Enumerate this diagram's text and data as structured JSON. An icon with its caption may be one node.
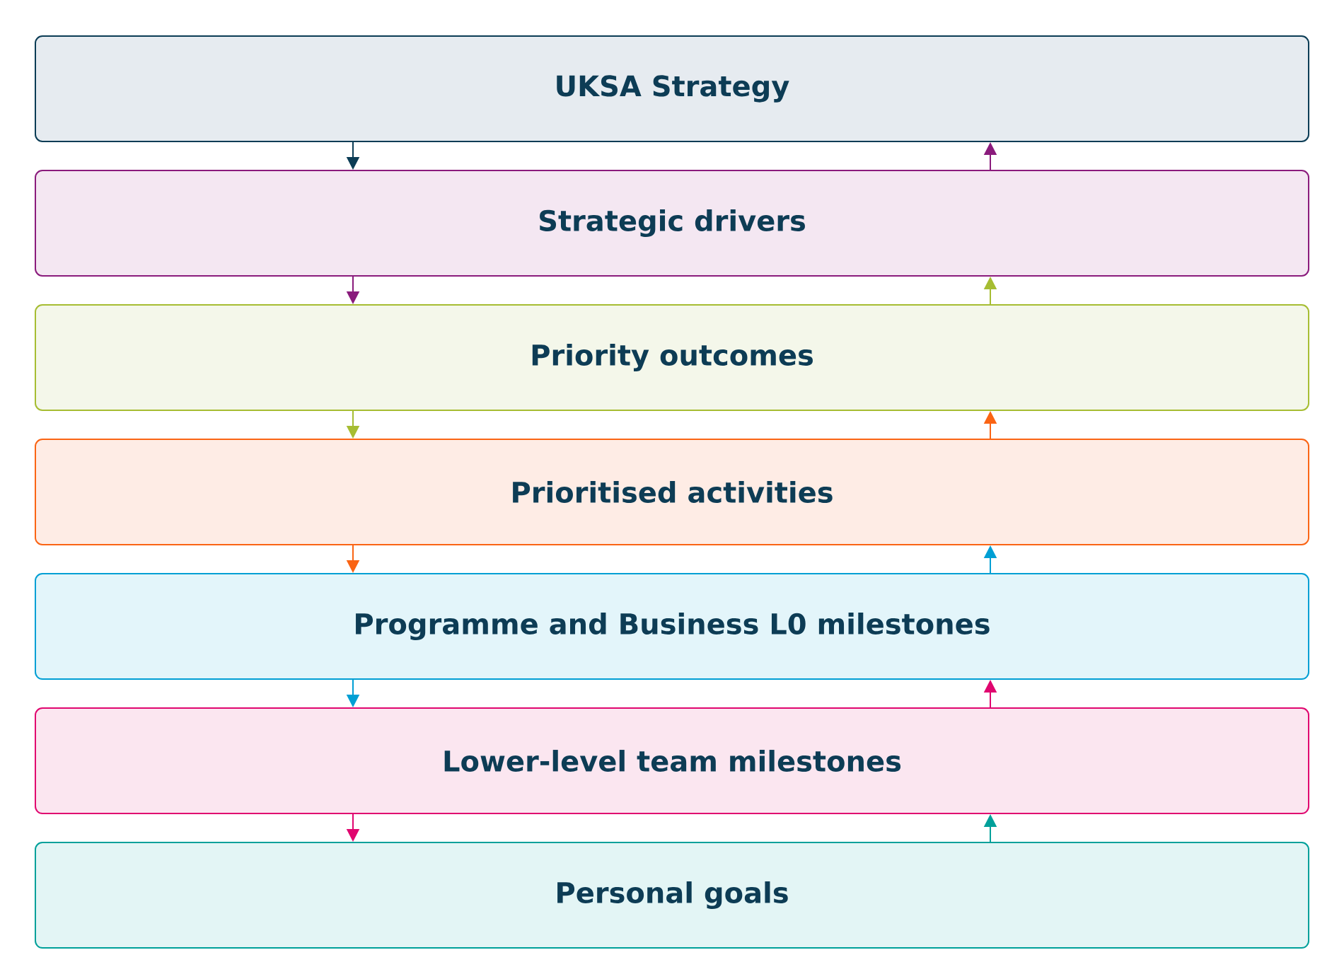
{
  "diagram": {
    "nodes": [
      {
        "text": [
          "UKSA Strategy"
        ]
      },
      {
        "text": [
          "Strategic drivers"
        ]
      },
      {
        "text": [
          "Priority outcomes"
        ]
      },
      {
        "text": [
          "Prioritised activities"
        ]
      },
      {
        "text": [
          "Programme and Business L0 milestones"
        ]
      },
      {
        "text": [
          "Lower-level team milestones"
        ]
      },
      {
        "text": [
          "Personal goals"
        ]
      }
    ],
    "edges": [
      {
        "from": 0,
        "to": 1,
        "arrow": "to",
        "color": "#0b3c55"
      },
      {
        "from": 1,
        "to": 0,
        "arrow": "to",
        "color": "#8a1b7c"
      },
      {
        "from": 1,
        "to": 2,
        "arrow": "to",
        "color": "#8a1b7c"
      },
      {
        "from": 2,
        "to": 1,
        "arrow": "to",
        "color": "#a6bd32"
      },
      {
        "from": 2,
        "to": 3,
        "arrow": "to",
        "color": "#a6bd32"
      },
      {
        "from": 3,
        "to": 2,
        "arrow": "to",
        "color": "#fa6414"
      },
      {
        "from": 3,
        "to": 4,
        "arrow": "to",
        "color": "#fa6414"
      },
      {
        "from": 4,
        "to": 3,
        "arrow": "to",
        "color": "#009fd4"
      },
      {
        "from": 4,
        "to": 5,
        "arrow": "to",
        "color": "#009fd4"
      },
      {
        "from": 5,
        "to": 4,
        "arrow": "to",
        "color": "#e0066f"
      },
      {
        "from": 5,
        "to": 6,
        "arrow": "to",
        "color": "#e0066f"
      },
      {
        "from": 6,
        "to": 5,
        "arrow": "to",
        "color": "#00a09a"
      }
    ]
  }
}
